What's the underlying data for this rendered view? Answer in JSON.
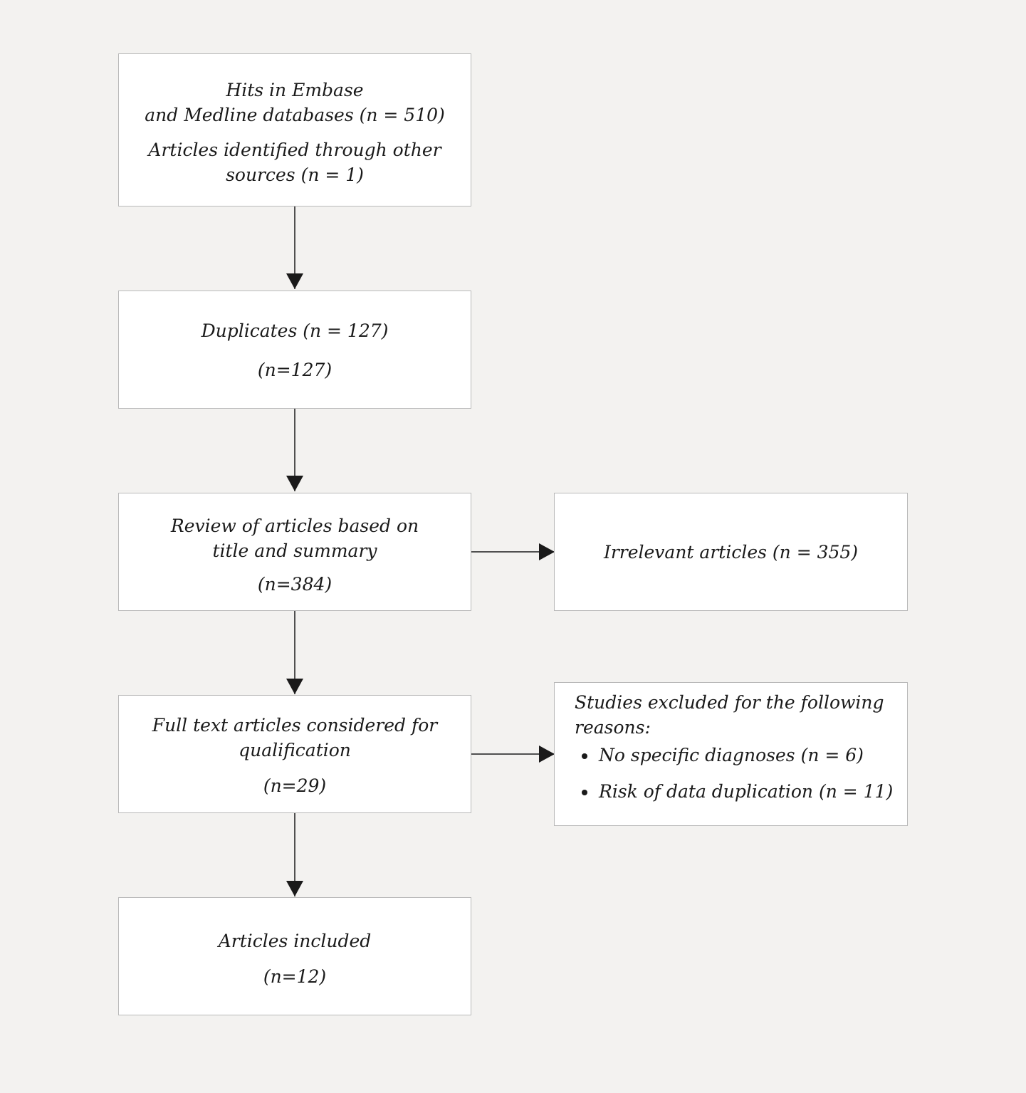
{
  "flow": {
    "identification": {
      "line1": "Hits in Embase",
      "line2": "and Medline databases (n = 510)",
      "line3": "Articles identified through other",
      "line4": "sources (n = 1)"
    },
    "duplicates": {
      "line1": "Duplicates (n = 127)",
      "line2": "(n=127)"
    },
    "review": {
      "line1": "Review of articles based on",
      "line2": "title and summary",
      "line3": "(n=384)"
    },
    "irrelevant": {
      "line1": "Irrelevant articles (n = 355)"
    },
    "fulltext": {
      "line1": "Full text articles considered for",
      "line2": "qualification",
      "line3": "(n=29)"
    },
    "excluded": {
      "line1": "Studies excluded for the following",
      "line2": "reasons:",
      "reasons": [
        "No specific diagnoses (n = 6)",
        "Risk of data duplication (n = 11)"
      ]
    },
    "included": {
      "line1": "Articles included",
      "line2": "(n=12)"
    }
  },
  "colors": {
    "background": "#f3f2f0",
    "box_fill": "#ffffff",
    "box_border": "#b9b9b9",
    "arrow": "#1a1a1a"
  }
}
